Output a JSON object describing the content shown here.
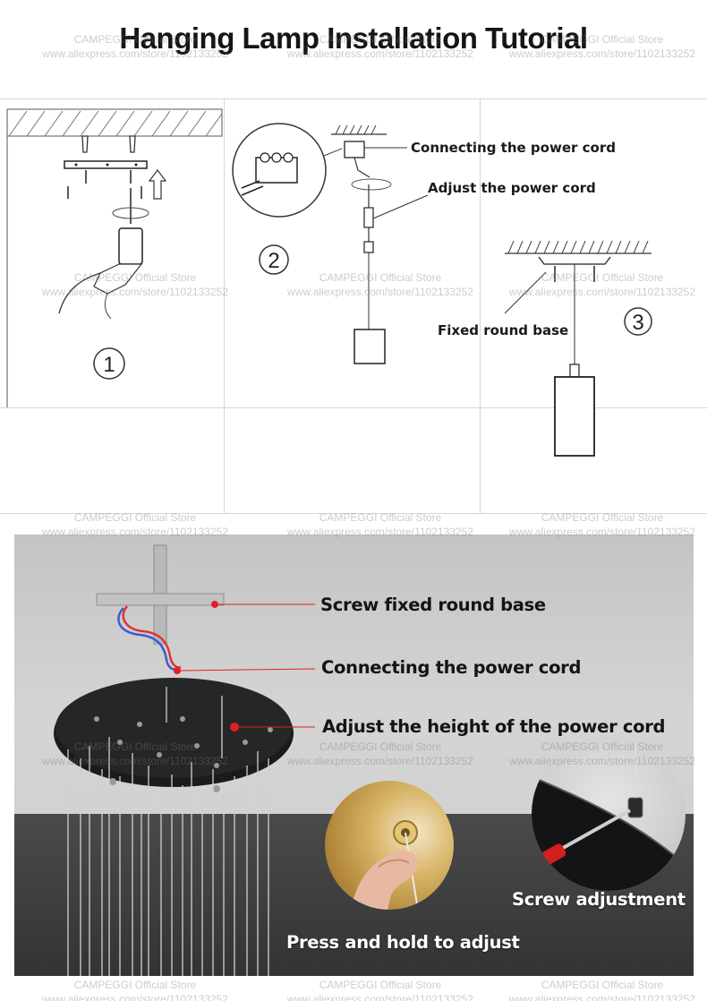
{
  "title": "Hanging Lamp Installation Tutorial",
  "watermark": {
    "store": "CAMPEGGI Official Store",
    "url": "www.aliexpress.com/store/1102133252"
  },
  "steps": {
    "step1_number": "1",
    "step2_number": "2",
    "step3_number": "3"
  },
  "diagram_labels": {
    "connecting": "Connecting the power cord",
    "adjust": "Adjust the power cord",
    "fixed_base": "Fixed round base"
  },
  "photo_labels": {
    "screw_base": "Screw fixed round base",
    "connecting": "Connecting the power cord",
    "adjust_height": "Adjust the height of the power cord",
    "screw_adjustment": "Screw adjustment",
    "press_hold": "Press and hold to adjust"
  },
  "colors": {
    "marker_red": "#e02020",
    "canopy_black": "#1b1b1b",
    "brass": "#c9a24a"
  }
}
